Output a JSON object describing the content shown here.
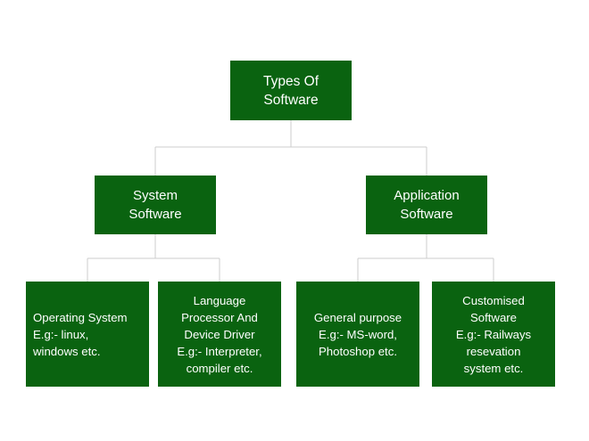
{
  "diagram": {
    "type": "hierarchy-tree",
    "colors": {
      "node_fill": "#0a6310",
      "node_text": "#ffffff",
      "connector": "#cccccc",
      "background": "#ffffff"
    },
    "root": {
      "label": "Types Of\nSoftware"
    },
    "level2": [
      {
        "label": "System\nSoftware"
      },
      {
        "label": "Application\nSoftware"
      }
    ],
    "level3": [
      {
        "label": "Operating System\nE.g:- linux,\nwindows etc."
      },
      {
        "label": "Language\nProcessor And\nDevice Driver\nE.g:- Interpreter,\ncompiler etc."
      },
      {
        "label": "General purpose\nE.g:- MS-word,\nPhotoshop etc."
      },
      {
        "label": "Customised\nSoftware\nE.g:- Railways\nresevation\nsystem etc."
      }
    ]
  }
}
